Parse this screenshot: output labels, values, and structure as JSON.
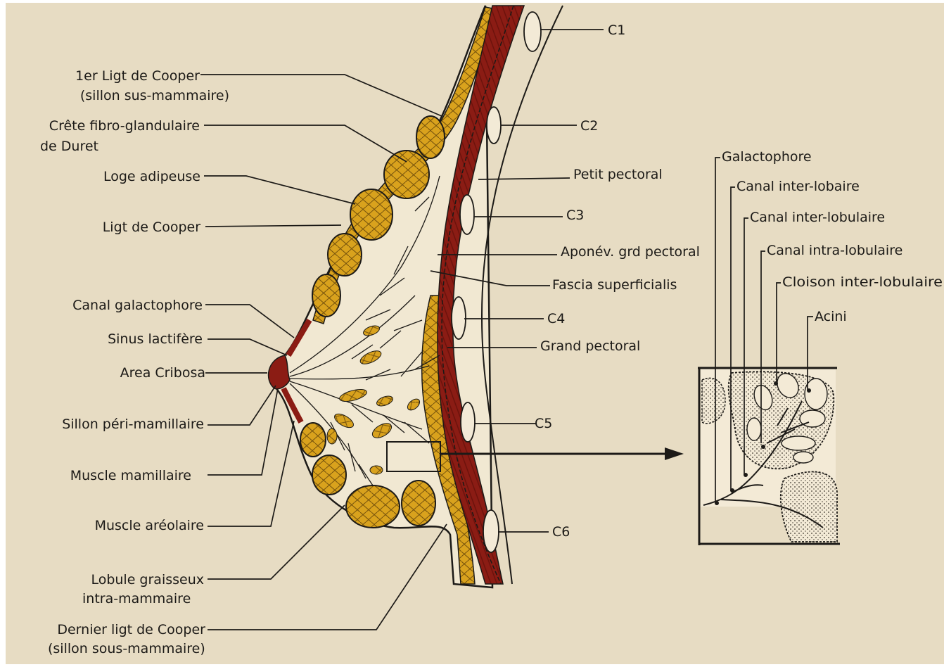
{
  "diagram": {
    "left_labels": [
      {
        "id": "ligt-cooper-1",
        "lines": [
          "1er Ligt de Cooper",
          "(sillon sus-mammaire)"
        ]
      },
      {
        "id": "crete-fibro",
        "lines": [
          "Crête fibro-glandulaire",
          "de Duret"
        ]
      },
      {
        "id": "loge-adipeuse",
        "lines": [
          "Loge adipeuse"
        ]
      },
      {
        "id": "ligt-cooper",
        "lines": [
          "Ligt de Cooper"
        ]
      },
      {
        "id": "canal-galactophore",
        "lines": [
          "Canal galactophore"
        ]
      },
      {
        "id": "sinus-lactifere",
        "lines": [
          "Sinus lactifère"
        ]
      },
      {
        "id": "area-cribosa",
        "lines": [
          "Area Cribosa"
        ]
      },
      {
        "id": "sillon-peri-mamillaire",
        "lines": [
          "Sillon péri-mamillaire"
        ]
      },
      {
        "id": "muscle-mamillaire",
        "lines": [
          "Muscle mamillaire"
        ]
      },
      {
        "id": "muscle-areolaire",
        "lines": [
          "Muscle aréolaire"
        ]
      },
      {
        "id": "lobule-graisseux",
        "lines": [
          "Lobule graisseux",
          "intra-mammaire"
        ]
      },
      {
        "id": "dernier-ligt-cooper",
        "lines": [
          "Dernier ligt de Cooper",
          "(sillon sous-mammaire)"
        ]
      }
    ],
    "right_labels": [
      {
        "id": "c1",
        "text": "C1"
      },
      {
        "id": "c2",
        "text": "C2"
      },
      {
        "id": "petit-pectoral",
        "text": "Petit pectoral"
      },
      {
        "id": "c3",
        "text": "C3"
      },
      {
        "id": "aponev-grd-pectoral",
        "text": "Aponév. grd pectoral"
      },
      {
        "id": "fascia-superficialis",
        "text": "Fascia superficialis"
      },
      {
        "id": "c4",
        "text": "C4"
      },
      {
        "id": "grand-pectoral",
        "text": "Grand pectoral"
      },
      {
        "id": "c5",
        "text": "C5"
      },
      {
        "id": "c6",
        "text": "C6"
      }
    ],
    "inset_labels": [
      {
        "id": "galactophore",
        "text": "Galactophore"
      },
      {
        "id": "canal-inter-lobaire",
        "text": "Canal inter-lobaire"
      },
      {
        "id": "canal-inter-lobulaire",
        "text": "Canal inter-lobulaire"
      },
      {
        "id": "canal-intra-lobulaire",
        "text": "Canal intra-lobulaire"
      },
      {
        "id": "cloison-inter-lobulaire",
        "text": "Cloison inter-lobulaire"
      },
      {
        "id": "acini",
        "text": "Acini"
      }
    ]
  },
  "colors": {
    "paper": "#e7dcc3",
    "fat": "#d9a21d",
    "muscle": "#8b1c14",
    "ink": "#1c1a17",
    "gland": "#f1e8d2"
  }
}
